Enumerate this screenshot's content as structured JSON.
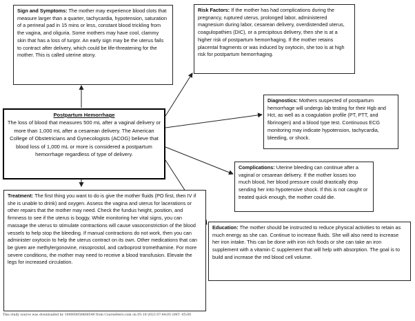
{
  "center": {
    "title": "Postpartum Hemorrhage",
    "text": "The loss of blood that measures 500 mL after a vaginal delivery or more than 1,000 mL after a cesarean delivery. The American College of Obstetricians and Gynecologists (ACOG) believe that blood loss of 1,000 mL or more is considered a postpartum hemorrhage regardless of type of delivery."
  },
  "signs": {
    "label": "Sign and Symptoms:",
    "text": " The mother may experience blood clots that measure larger than a quarter, tachycardia, hypotension, saturation of a perineal pad in 15 mins or less, constant blood trickling from the vagina, and oliguria. Some mothers may have cool, clammy skin that has a loss of turgor. An early sign may be the uterus fails to contract after delivery, which could be life-threatening for the mother. This is called uterine atony."
  },
  "risk": {
    "label": "Risk Factors:",
    "text": " If the mother has had complications during the pregnancy, ruptured uterus, prolonged labor, administered magnesium during labor, cesarean delivery, overdistended uterus, coagulopathies (DIC), or a precipitous delivery, then she is at a higher risk of postpartum hemorrhaging. If the mother retains placental fragments or was induced by oxytocin, she too is at high risk for postpartum hemorrhaging."
  },
  "diagnostics": {
    "label": "Diagnostics:",
    "text": " Mothers suspected of postpartum hemorrhage will undergo lab testing for their Hgb and Hct, as well as a coagulation profile (PT, PTT, and fibrinogen) and a blood type test. Continuous ECG monitoring may indicate hypotension, tachycardia, bleeding, or shock."
  },
  "complications": {
    "label": "Complications:",
    "text": " Uterine bleeding can continue after a vaginal or cesarean delivery. If the mother losses too much blood, her blood pressure could drastically drop sending her into hypotensive shock. If this is not caught or treated quick enough, the mother could die."
  },
  "treatment": {
    "label": "Treatment:",
    "text": " The first thing you want to do is give the mother fluids (PO first, then IV if she is unable to drink) and oxygen. Assess the vagina and uterus for lacerations or other repairs that the mother may need. Check the fundus height, position, and firmness to see if the uterus is boggy. While monitoring her vital signs, you can massage the uterus to stimulate contractions will cause vasoconstriction of the blood vessels to help stop the bleeding. If manual contractions do not work, then you can administer oxytocin to help the uterus contract on its own. Other medications that can be given are methylergonovine, misoprostol, and carboprost tromethamine. For more severe conditions, the mother may need to receive a blood transfusion. Elevate the legs for increased circulation."
  },
  "education": {
    "label": "Education:",
    "text": " The mother should be instructed to reduce physical activities to retain as much energy as she can. Continue to increase fluids. She will also need to increase her iron intake. This can be done with iron rich foods or she can take an iron supplement with a vitamin C supplement that will help with absorption. The goal is to build and increase the red blood cell volume."
  },
  "footer": "This study source was downloaded by 100000858468549 from CourseHero.com on 05-10-2023 07:44:05 GMT -05:00"
}
